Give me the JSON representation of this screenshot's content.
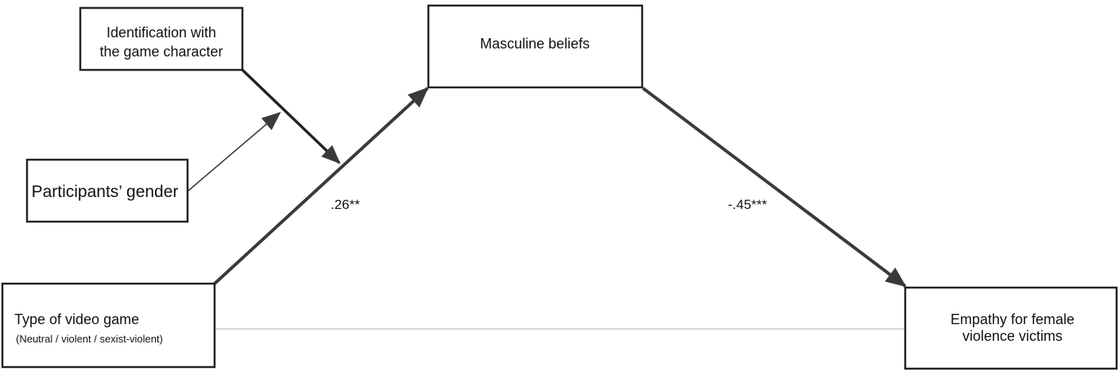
{
  "nodes": {
    "identification": {
      "line1": "Identification with",
      "line2": "the game character"
    },
    "masculine": {
      "label": "Masculine beliefs"
    },
    "gender": {
      "label": "Participants’ gender"
    },
    "game_type": {
      "line1": "Type of video game",
      "line2": "(Neutral / violent / sexist-violent)"
    },
    "empathy": {
      "line1": "Empathy for female",
      "line2": "violence victims"
    }
  },
  "paths": {
    "a_coefficient": ".26**",
    "b_coefficient": "-.45***"
  },
  "colors": {
    "stroke": "#222222",
    "arrow": "#3a3a3a",
    "direct_path": "#c8c8c8"
  }
}
